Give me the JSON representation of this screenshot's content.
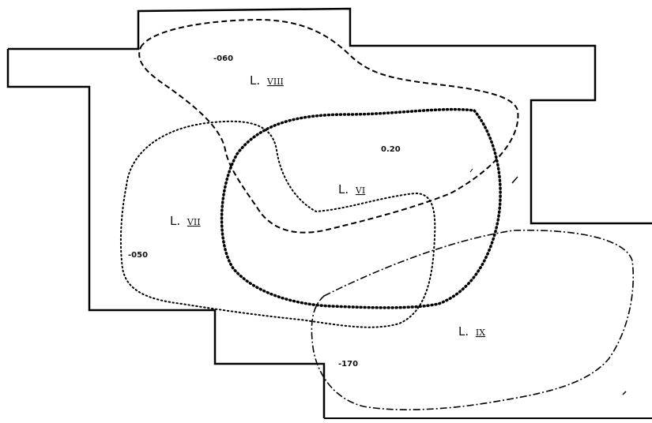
{
  "zones": [
    {
      "id": "viii",
      "prefix": "L.",
      "numeral": "VIII",
      "value": "-060"
    },
    {
      "id": "vi",
      "prefix": "L.",
      "numeral": "VI",
      "value": "0.20"
    },
    {
      "id": "vii",
      "prefix": "L.",
      "numeral": "VII",
      "value": "-050"
    },
    {
      "id": "ix",
      "prefix": "L.",
      "numeral": "IX",
      "value": "-170"
    }
  ]
}
